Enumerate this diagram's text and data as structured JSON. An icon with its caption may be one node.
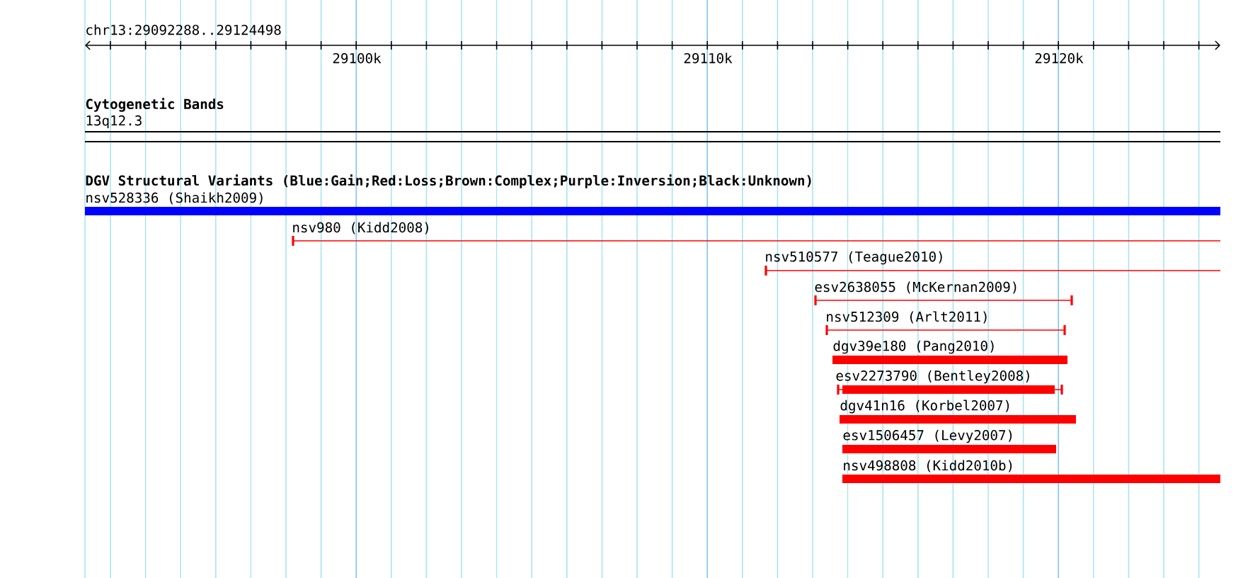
{
  "diagram": {
    "nodes": [
      {
        "text": [
          "nsv528336 (Shaikh2009)"
        ]
      },
      {
        "text": [
          "nsv980 (Kidd2008)"
        ]
      },
      {
        "text": [
          "nsv510577 (Teague2010)"
        ]
      },
      {
        "text": [
          "esv2638055 (McKernan2009)"
        ]
      },
      {
        "text": [
          "nsv512309 (Arlt2011)"
        ]
      },
      {
        "text": [
          "dgv39e180 (Pang2010)"
        ]
      },
      {
        "text": [
          "esv2273790 (Bentley2008)"
        ]
      },
      {
        "text": [
          "dgv41n16 (Korbel2007)"
        ]
      },
      {
        "text": [
          "esv1506457 (Levy2007)"
        ]
      },
      {
        "text": [
          "nsv498808 (Kidd2010b)"
        ]
      }
    ],
    "labels": [
      "chr13:29092288..29124498",
      "29100k",
      "29110k",
      "29120k",
      "Cytogenetic Bands",
      "13q12.3",
      "DGV Structural Variants (Blue:Gain;Red:Loss;Brown:Complex;Purple:Inversion;Black:Unknown)"
    ]
  }
}
